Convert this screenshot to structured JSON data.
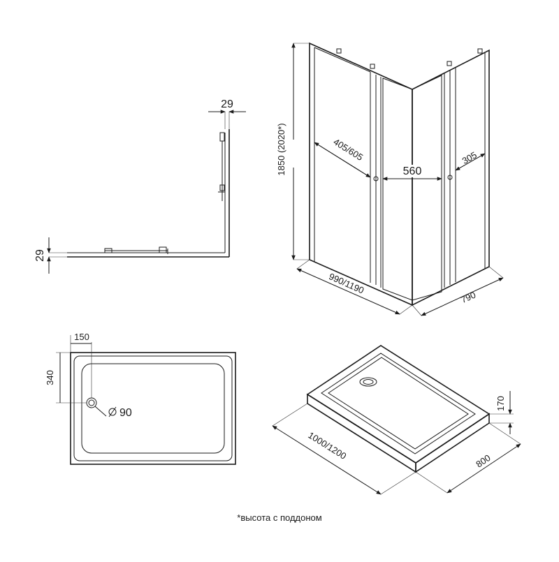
{
  "dimensions": {
    "top_view": {
      "side_gap": "29",
      "bottom_gap": "29"
    },
    "cabin": {
      "height": "1850",
      "height_note": "(2020*)",
      "door_span": "405/605",
      "center_door": "560",
      "side_door": "305",
      "width": "990/1190",
      "depth": "790"
    },
    "tray_top": {
      "drain_offset_x": "150",
      "drain_offset_y": "340",
      "drain_diameter": "90"
    },
    "tray_3d": {
      "length": "1000/1200",
      "width": "800",
      "height": "170"
    }
  },
  "footnote": "*высота с поддоном"
}
